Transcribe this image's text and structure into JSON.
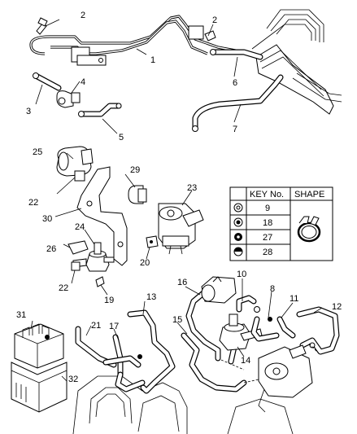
{
  "callouts": {
    "c1": "1",
    "c2a": "2",
    "c2b": "2",
    "c3": "3",
    "c4": "4",
    "c5": "5",
    "c6": "6",
    "c7": "7",
    "c8": "8",
    "c9": "9",
    "c10": "10",
    "c11": "11",
    "c12": "12",
    "c13": "13",
    "c14": "14",
    "c15": "15",
    "c16": "16",
    "c17": "17",
    "c18": "18",
    "c19": "19",
    "c20": "20",
    "c21": "21",
    "c22a": "22",
    "c22b": "22",
    "c23": "23",
    "c24": "24",
    "c25": "25",
    "c26": "26",
    "c27": "27",
    "c28": "28",
    "c29": "29",
    "c30": "30",
    "c31": "31",
    "c32": "32"
  },
  "key_table": {
    "header_key": "KEY",
    "header_no": "No.",
    "header_shape": "SHAPE",
    "rows": [
      {
        "no": "9",
        "symbol": "ring-icon"
      },
      {
        "no": "18",
        "symbol": "dot-ring-icon"
      },
      {
        "no": "27",
        "symbol": "filled-ring-icon"
      },
      {
        "no": "28",
        "symbol": "half-filled-icon"
      }
    ],
    "shape_icon": "hose-clamp-icon"
  }
}
